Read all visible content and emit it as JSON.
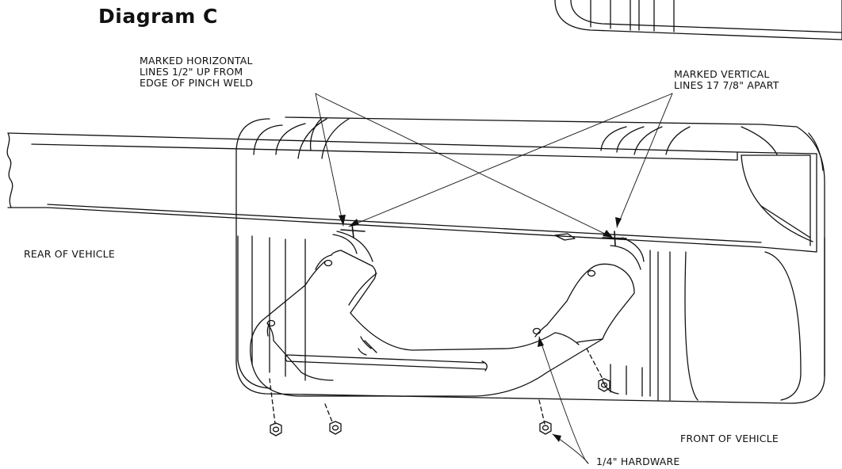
{
  "title": "Diagram C",
  "callouts": {
    "horizontal": [
      "MARKED HORIZONTAL",
      "LINES 1/2\" UP FROM",
      "EDGE OF PINCH WELD"
    ],
    "vertical": [
      "MARKED VERTICAL",
      "LINES 17 7/8\" APART"
    ],
    "rear": "REAR OF VEHICLE",
    "front": "FRONT OF VEHICLE",
    "hardware": "1/4\" HARDWARE"
  }
}
